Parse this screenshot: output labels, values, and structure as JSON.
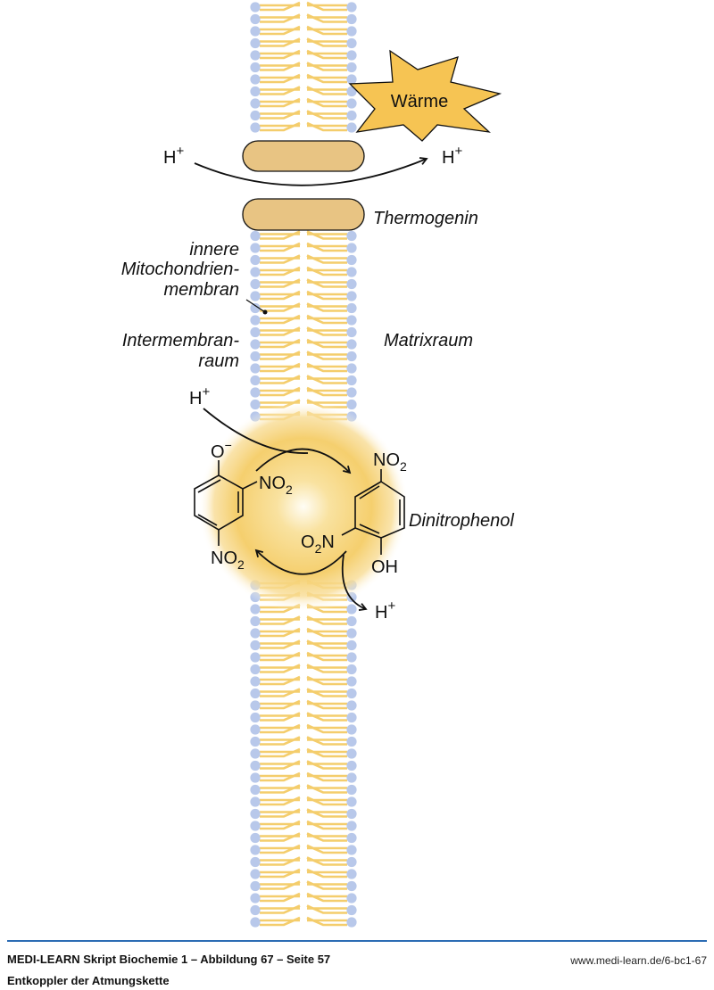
{
  "labels": {
    "heat": "Wärme",
    "proton": "H",
    "plus": "+",
    "thermogenin": "Thermogenin",
    "membrane_line1": "innere",
    "membrane_line2": "Mitochondrien-",
    "membrane_line3": "membran",
    "intermembrane_line1": "Intermembran-",
    "intermembrane_line2": "raum",
    "matrix": "Matrixraum",
    "dnp": "Dinitrophenol",
    "o_minus": "O",
    "minus": "−",
    "no": "NO",
    "two": "2",
    "o2n_o": "O",
    "o2n_n": "N",
    "oh": "OH"
  },
  "footer": {
    "source": "MEDI-LEARN Skript Biochemie 1 – Abbildung 67 – Seite 57",
    "url": "www.medi-learn.de/6-bc1-67",
    "caption": "Entkoppler der Atmungskette"
  },
  "colors": {
    "lipid_head": "#b8c8ea",
    "lipid_tail": "#f4cd6c",
    "protein": "#e8c483",
    "star": "#f6c453",
    "rule": "#2c6cb4"
  }
}
